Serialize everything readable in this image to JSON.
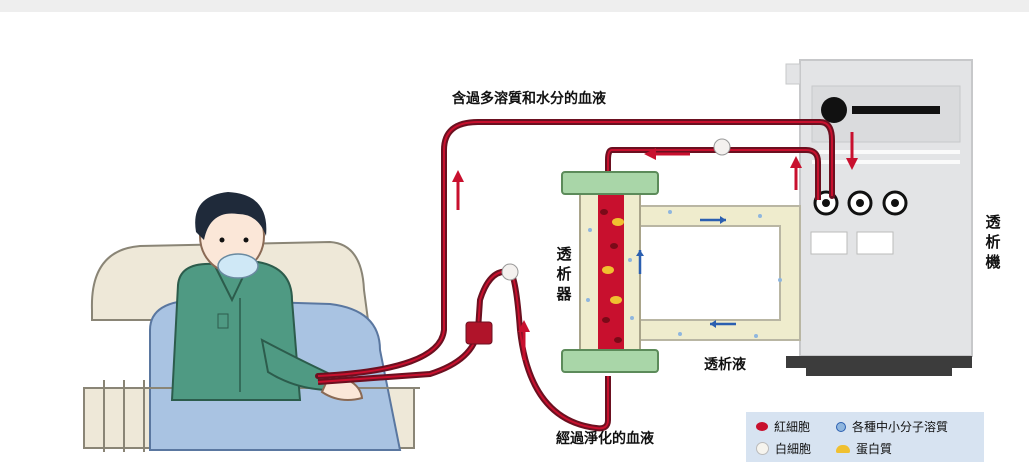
{
  "labels": {
    "top_flow": "含過多溶質和水分的血液",
    "bottom_flow": "經過淨化的血液",
    "dialyzer": "透析器",
    "dialysate": "透析液",
    "machine": "透析機"
  },
  "legend": {
    "red_cells": "紅細胞",
    "white_cells": "白細胞",
    "solutes": "各種中小分子溶質",
    "protein": "蛋白質"
  },
  "colors": {
    "blood": "#c8102e",
    "tube": "#6b1020",
    "dialyzer_cap": "#a9d6a8",
    "dialysate": "#efeccd",
    "machine": "#e3e4e6",
    "patient_shirt": "#4f9a83",
    "bed_sheet": "#a9c3e2",
    "legend_bg": "#d7e3f1"
  }
}
